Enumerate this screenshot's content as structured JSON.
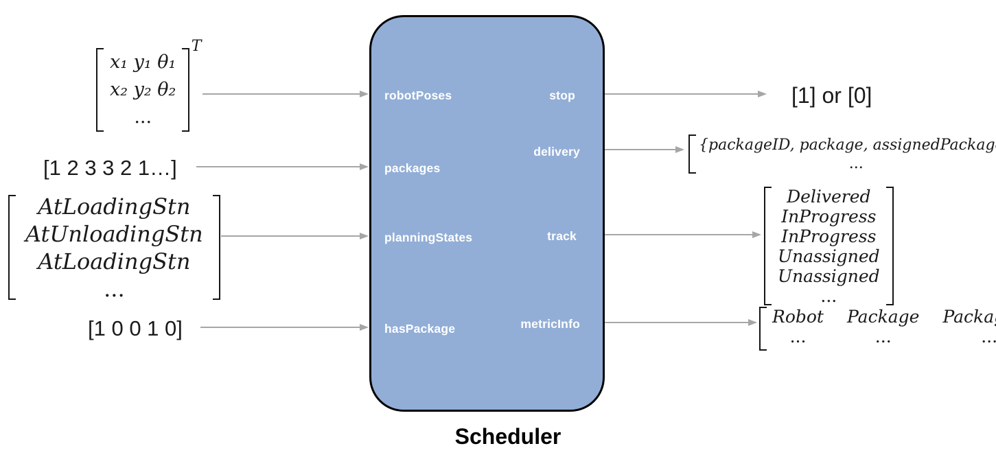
{
  "colors": {
    "block-fill": "#92AED7",
    "block-border": "#000000",
    "arrow": "#A6A6A6",
    "port-text": "#FFFFFF"
  },
  "block": {
    "title": "Scheduler",
    "inputs": [
      "robotPoses",
      "packages",
      "planningStates",
      "hasPackage"
    ],
    "outputs": [
      "stop",
      "delivery",
      "track",
      "metricInfo"
    ]
  },
  "inputs": {
    "robotPoses": {
      "rows": [
        "x₁ y₁ θ₁",
        "x₂ y₂ θ₂",
        "..."
      ],
      "superscript": "T"
    },
    "packages": {
      "text": "[1 2 3 3 2 1…]"
    },
    "planningStates": {
      "rows": [
        "AtLoadingStn",
        "AtUnloadingStn",
        "AtLoadingStn",
        "..."
      ]
    },
    "hasPackage": {
      "text": "[1 0 0 1 0]"
    }
  },
  "outputs": {
    "stop": {
      "text": "[1] or [0]"
    },
    "delivery": {
      "rows": [
        "{packageID, package, assignedPackage}",
        "..."
      ]
    },
    "track": {
      "rows": [
        "Delivered",
        "InProgress",
        "InProgress",
        "Unassigned",
        "Unassigned",
        "..."
      ]
    },
    "metricInfo": {
      "columns": [
        "Robot",
        "Package",
        "PackageID"
      ],
      "ellipsis": "..."
    }
  }
}
